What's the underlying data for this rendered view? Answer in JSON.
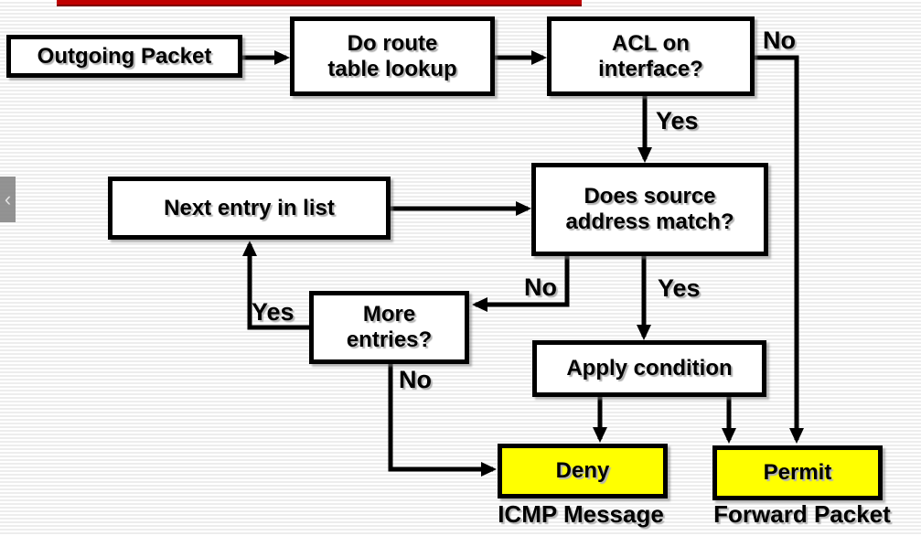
{
  "slide": {
    "title_rule_color": "#c00000",
    "result_fill_color": "#ffff00"
  },
  "nav": {
    "prev_label": "‹"
  },
  "flowchart": {
    "nodes": {
      "outgoing_packet": {
        "label": "Outgoing Packet"
      },
      "route_lookup": {
        "label": "Do route\ntable lookup"
      },
      "acl_on_interface": {
        "label": "ACL on\ninterface?"
      },
      "next_entry": {
        "label": "Next entry in list"
      },
      "does_source_match": {
        "label": "Does source\naddress match?"
      },
      "more_entries": {
        "label": "More\nentries?"
      },
      "apply_condition": {
        "label": "Apply condition"
      },
      "deny": {
        "label": "Deny",
        "fill": "#ffff00"
      },
      "permit": {
        "label": "Permit",
        "fill": "#ffff00"
      }
    },
    "edge_labels": {
      "acl_no": "No",
      "acl_yes": "Yes",
      "source_no": "No",
      "source_yes": "Yes",
      "more_yes": "Yes",
      "more_no": "No"
    },
    "captions": {
      "deny": "ICMP Message",
      "permit": "Forward Packet"
    }
  }
}
